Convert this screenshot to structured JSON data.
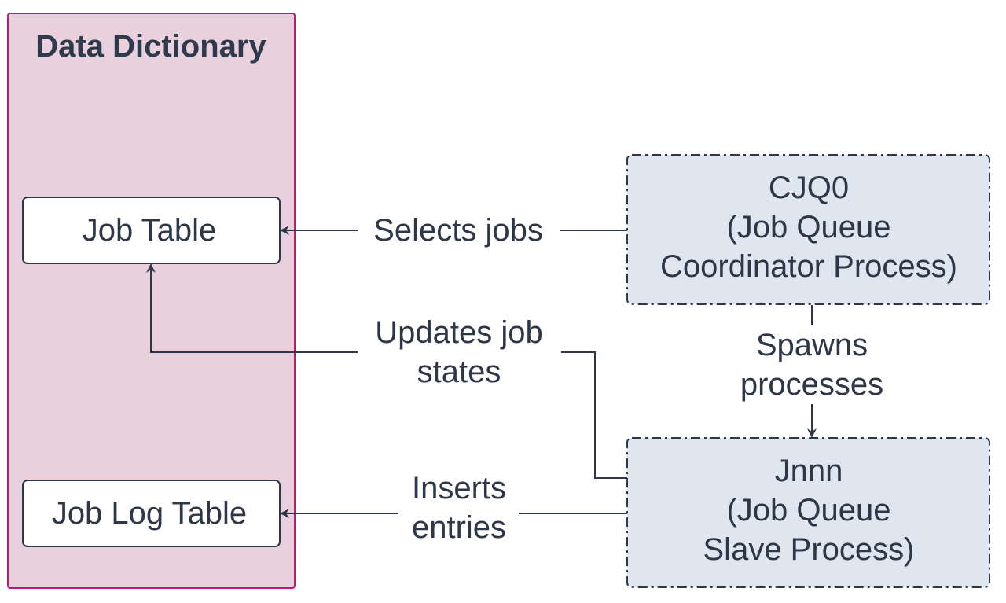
{
  "group": {
    "title": "Data Dictionary",
    "fill": "#e8d0dc",
    "stroke": "#c0187a"
  },
  "nodes": {
    "job_table": "Job Table",
    "job_log_table": "Job Log Table",
    "cjq0": [
      "CJQ0",
      "(Job Queue",
      "Coordinator Process)"
    ],
    "jnnn": [
      "Jnnn",
      "(Job Queue",
      "Slave Process)"
    ]
  },
  "edges": {
    "selects": [
      "Selects jobs"
    ],
    "updates": [
      "Updates job",
      "states"
    ],
    "spawns": [
      "Spawns",
      "processes"
    ],
    "inserts": [
      "Inserts",
      "entries"
    ]
  },
  "colors": {
    "process_fill": "#dfe6f0",
    "line": "#2d3748"
  }
}
